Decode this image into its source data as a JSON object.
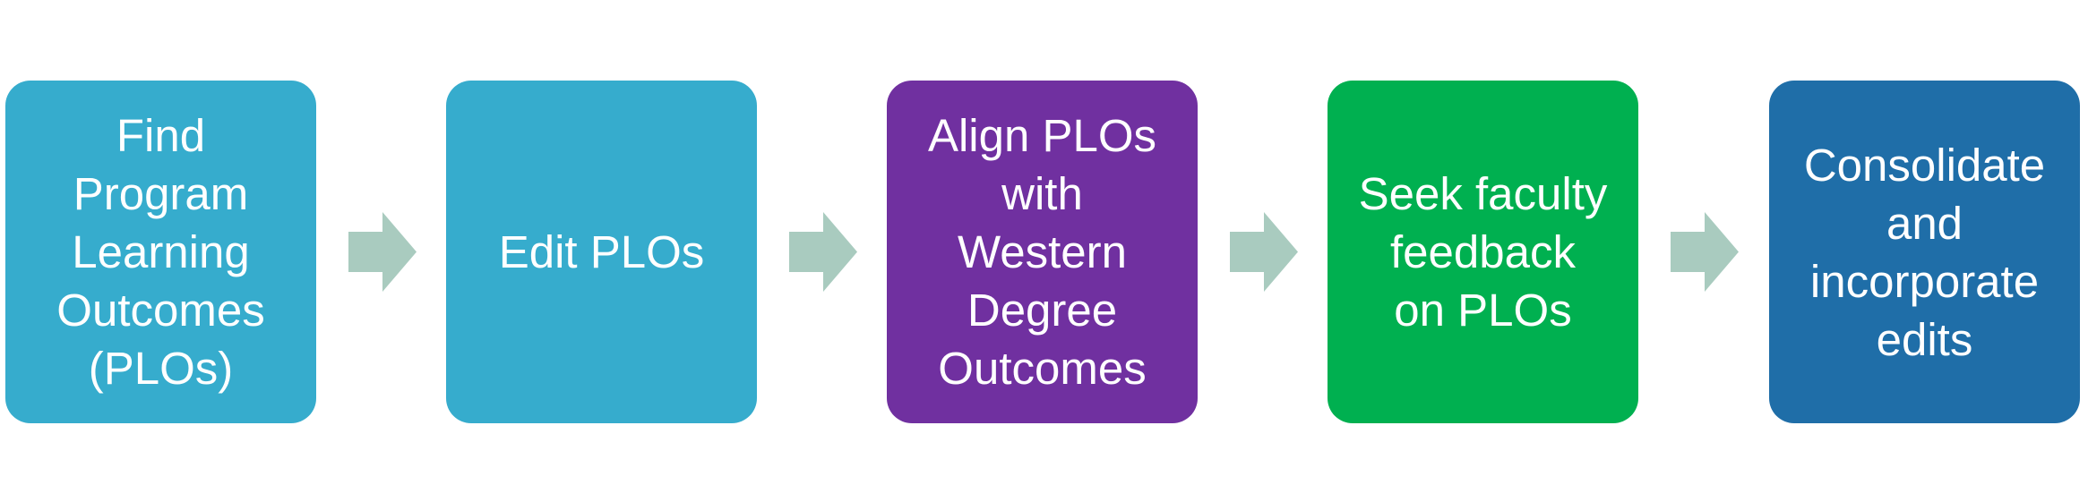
{
  "diagram": {
    "steps": [
      {
        "label": "Find\nProgram\nLearning\nOutcomes\n(PLOs)",
        "color": "#36ACCD"
      },
      {
        "label": "Edit PLOs",
        "color": "#36ACCD"
      },
      {
        "label": "Align PLOs\nwith\nWestern\nDegree\nOutcomes",
        "color": "#7030A0"
      },
      {
        "label": "Seek faculty\nfeedback\non PLOs",
        "color": "#00B050"
      },
      {
        "label": "Consolidate\nand\nincorporate\nedits",
        "color": "#1F6EA8"
      }
    ],
    "arrow_color": "#A9CBBF",
    "arrow_icon": "arrow-right-icon"
  }
}
